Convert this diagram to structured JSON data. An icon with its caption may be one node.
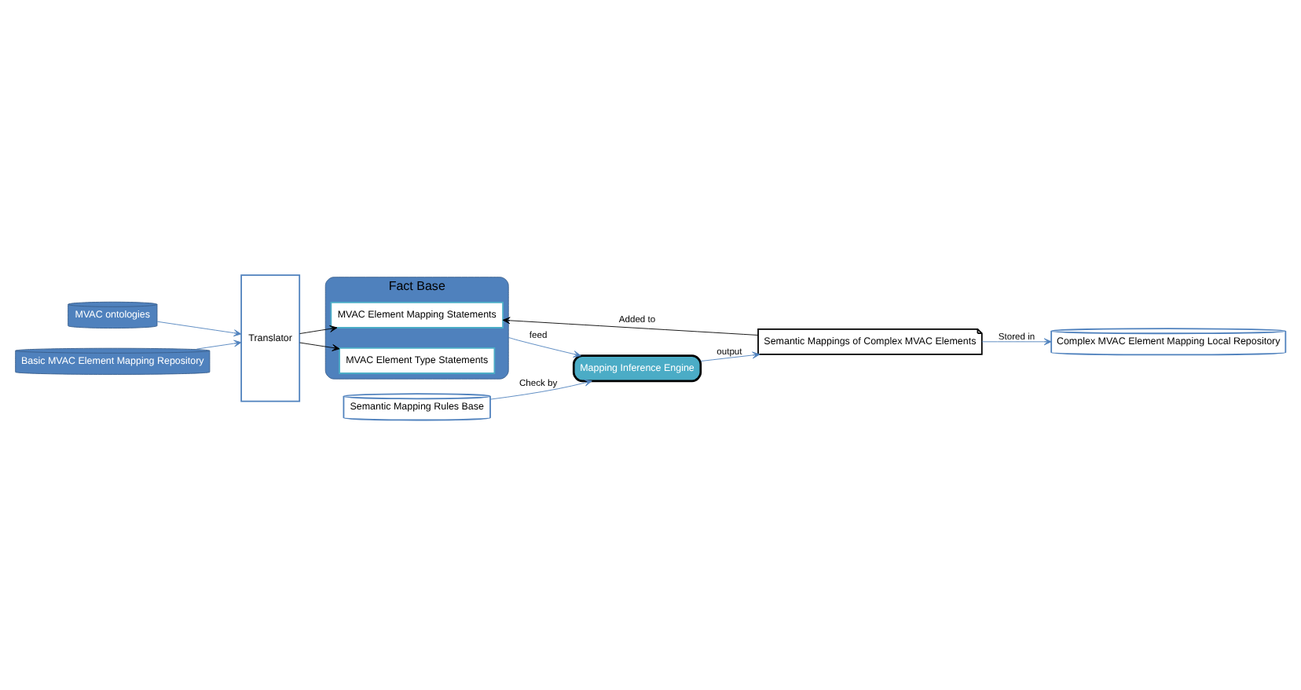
{
  "diagram": {
    "nodes": [
      {
        "text": [
          "MVAC ontologies"
        ]
      },
      {
        "text": [
          "Basic MVAC Element Mapping Repository"
        ]
      },
      {
        "text": [
          "Translator"
        ]
      },
      {
        "text": [
          "Fact Base"
        ]
      },
      {
        "text": [
          "MVAC Element Mapping Statements"
        ],
        "in": 3
      },
      {
        "text": [
          "MVAC Element Type Statements"
        ],
        "in": 3
      },
      {
        "text": [
          "Semantic Mappings of Complex MVAC Elements"
        ]
      },
      {
        "text": [
          "Complex MVAC Element Mapping Local Repository"
        ]
      },
      {
        "text": [
          "Mapping Inference Engine"
        ]
      },
      {
        "text": [
          "Semantic Mapping Rules Base"
        ]
      }
    ],
    "edges": [
      {
        "from": 0,
        "to": 2,
        "arrow": "to"
      },
      {
        "from": 1,
        "to": 2,
        "arrow": "to"
      },
      {
        "from": 2,
        "to": 4,
        "arrow": "to",
        "color": "#000000"
      },
      {
        "from": 2,
        "to": 5,
        "arrow": "to",
        "color": "#000000"
      },
      {
        "from": 6,
        "to": 4,
        "arrow": "to",
        "label": "Added to",
        "color": "#000000"
      },
      {
        "from": 6,
        "to": 7,
        "arrow": "to",
        "label": "Stored in"
      },
      {
        "from": 3,
        "to": 8,
        "arrow": "to",
        "label": "feed"
      },
      {
        "from": 8,
        "to": 6,
        "arrow": "to",
        "label": "output"
      },
      {
        "from": 9,
        "to": 8,
        "arrow": "to",
        "label": "Check by"
      }
    ]
  }
}
